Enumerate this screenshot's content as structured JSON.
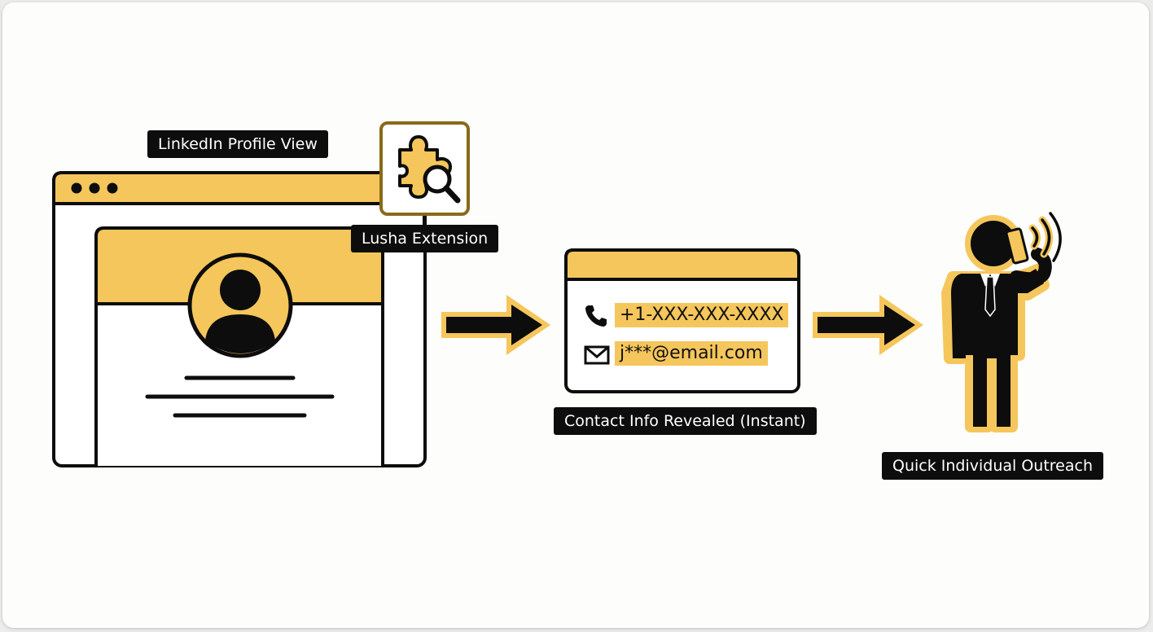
{
  "colors": {
    "accent": "#f5c65b",
    "outline": "#0d0d0d",
    "background": "#fdfdfb"
  },
  "labels": {
    "profile_view": "LinkedIn Profile View",
    "extension": "Lusha Extension",
    "contact_revealed": "Contact Info Revealed (Instant)",
    "outreach": "Quick Individual Outreach"
  },
  "contact": {
    "phone": "+1-XXX-XXX-XXXX",
    "email": "j***@email.com"
  },
  "icons": {
    "window_dots": "window-dots-icon",
    "avatar": "profile-avatar-icon",
    "extension": "puzzle-magnifier-icon",
    "phone": "phone-icon",
    "email": "envelope-icon",
    "arrow": "right-arrow-icon",
    "person": "person-on-phone-icon"
  }
}
